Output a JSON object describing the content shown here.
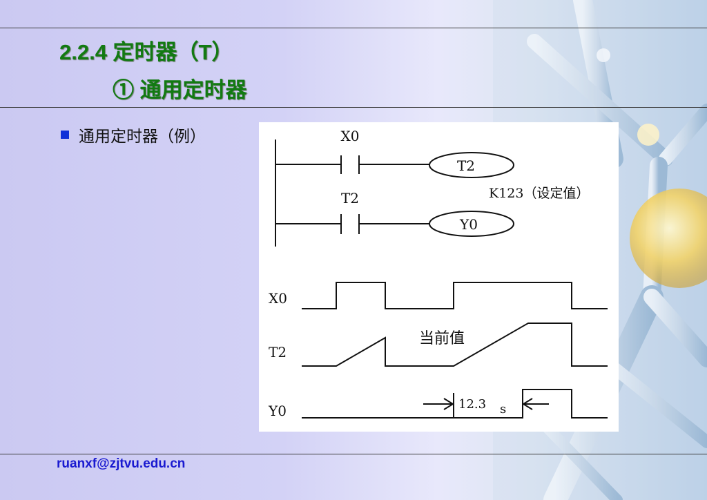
{
  "slide": {
    "title_line1": "2.2.4   定时器（T）",
    "title_line2": "① 通用定时器",
    "bullet": "通用定时器（例）",
    "footer_email": "ruanxf@zjtvu.edu.cn"
  },
  "ladder": {
    "rung1": {
      "contact": "X0",
      "coil": "T2"
    },
    "setting_note": "K123（设定值）",
    "rung2": {
      "contact": "T2",
      "coil": "Y0"
    }
  },
  "timing": {
    "signals": [
      "X0",
      "T2",
      "Y0"
    ],
    "current_value_label": "当前值",
    "delay_value": "12.3",
    "delay_unit": "s"
  },
  "colors": {
    "title_green": "#127a12",
    "bullet_blue": "#1030d8",
    "footer_blue": "#1a1ad0"
  }
}
